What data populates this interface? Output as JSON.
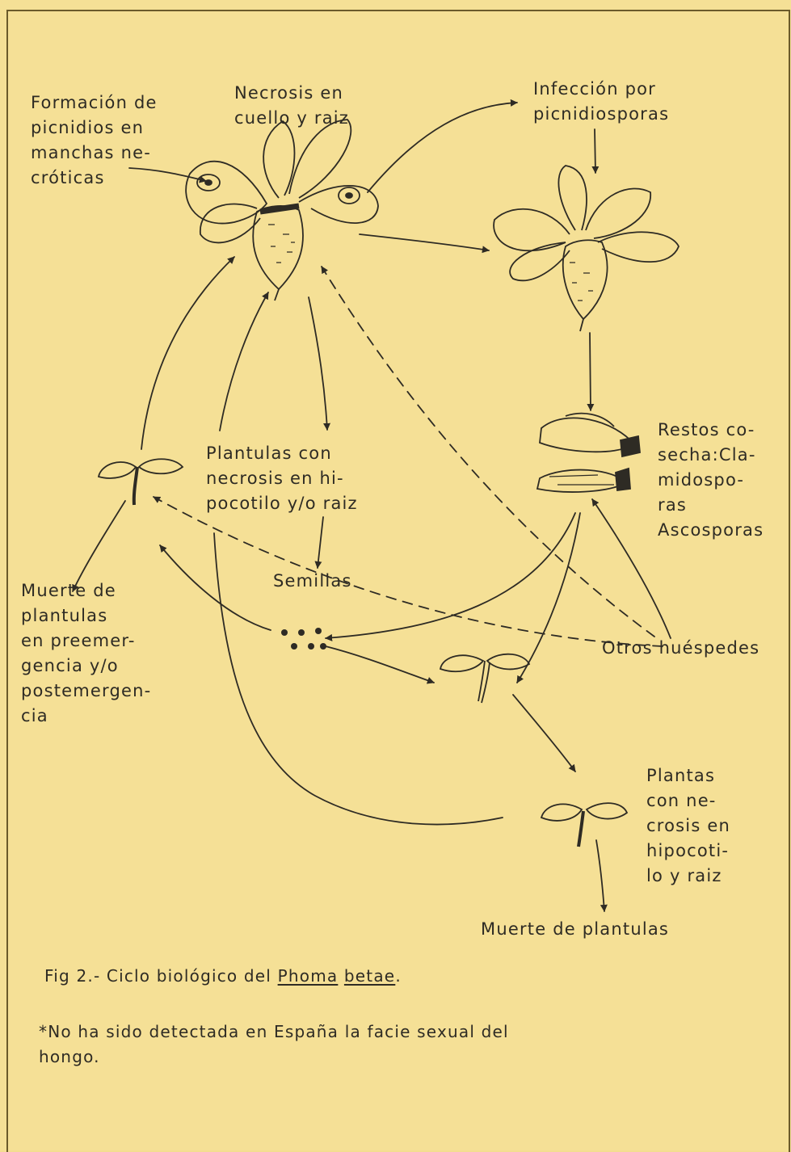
{
  "labels": {
    "formacion": "Formación de\npicnidios en\nmanchas ne-\ncróticas",
    "necrosis": "Necrosis en\ncuello y raiz",
    "infeccion": "Infección por\npicnidiosporas",
    "restos": "Restos co-\nsecha:Cla-\nmidospo-\nras\nAscosporas",
    "plantulas_necrosis": "Plantulas con\nnecrosis en hi-\npocotilo y/o raiz",
    "muerte_pre": "Muerte de\nplantulas\nen preemer-\ngencia y/o\npostemergen-\ncia",
    "semillas": "Semillas",
    "otros": "Otros huéspedes",
    "plantas_necrosis": "Plantas\ncon ne-\ncrosis en\nhipocoti-\nlo y raiz",
    "muerte_plantulas": "Muerte de plantulas"
  },
  "caption": {
    "prefix": "Fig 2.- Ciclo biológico del",
    "genus": "Phoma",
    "species": "betae",
    "period": "."
  },
  "footnote": {
    "marker": "*",
    "text": "No ha sido detectada en España la facie sexual del\nhongo."
  },
  "colors": {
    "background": "#f5e096",
    "ink": "#2e2b24"
  }
}
